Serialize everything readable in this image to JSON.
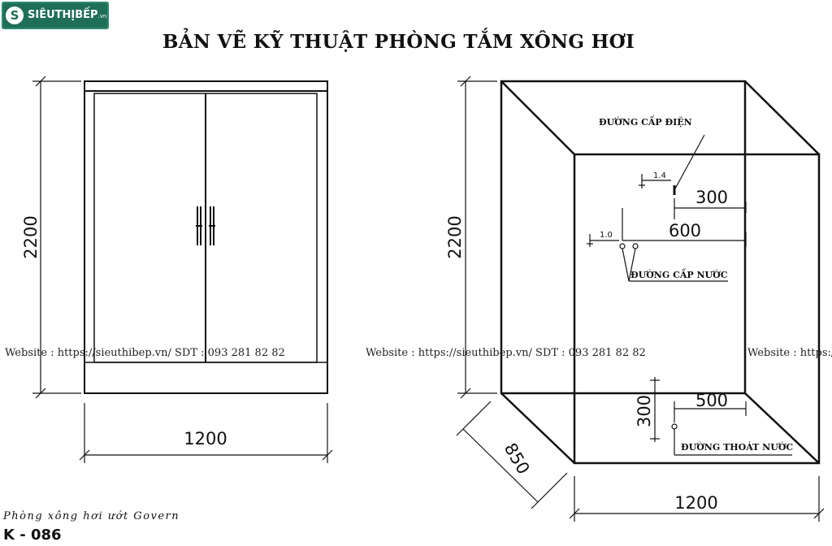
{
  "logo": {
    "mark": "S",
    "name": "SIÊUTHỊBẾP",
    "domain": ".vn"
  },
  "title": "BẢN VẼ KỸ THUẬT PHÒNG TẮM  XÔNG HƠI",
  "watermark": {
    "left": "Website : https://sieuthibep.vn/   SDT : 093 281 82 82",
    "center": "Website : https://sieuthibep.vn/ SDT : 093 281 82 82",
    "right": "Website : https:/"
  },
  "front_view": {
    "height": "2200",
    "width": "1200"
  },
  "iso_view": {
    "height": "2200",
    "depth": "850",
    "width": "1200",
    "electric_label": "ĐƯỜNG CẤP ĐIỆN",
    "electric_level": "1.4",
    "electric_offset": "300",
    "water_level": "1.0",
    "water_offset": "600",
    "water_label": "ĐƯỜNG CẤP NƯỚC",
    "drain_height": "300",
    "drain_offset": "500",
    "drain_label": "ĐƯỜNG THOÁT NƯỚC"
  },
  "caption": "Phòng xông hơi ướt Govern",
  "code": "K - 086"
}
